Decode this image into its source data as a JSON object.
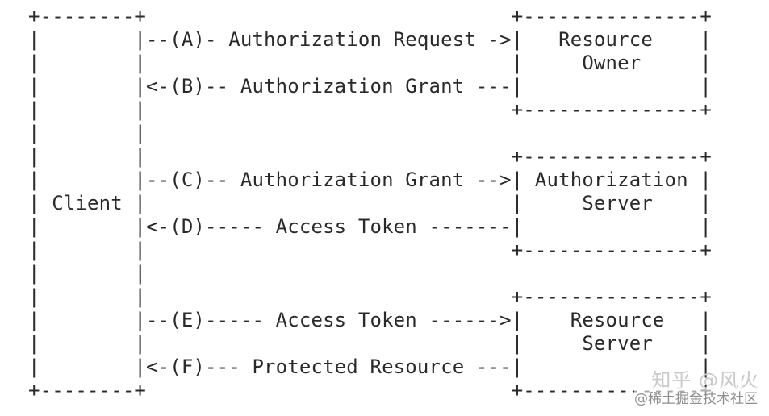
{
  "diagram": {
    "lines": [
      "+--------+                               +---------------+",
      "|        |--(A)- Authorization Request ->|   Resource    |",
      "|        |                               |     Owner     |",
      "|        |<-(B)-- Authorization Grant ---|               |",
      "|        |                               +---------------+",
      "|        |",
      "|        |                               +---------------+",
      "|        |--(C)-- Authorization Grant -->| Authorization |",
      "| Client |                               |     Server    |",
      "|        |<-(D)----- Access Token -------|               |",
      "|        |                               +---------------+",
      "|        |",
      "|        |                               +---------------+",
      "|        |--(E)----- Access Token ------>|    Resource   |",
      "|        |                               |     Server    |",
      "|        |<-(F)--- Protected Resource ---|               |",
      "+--------+                               +---------------+"
    ]
  },
  "watermark": {
    "main": "知乎 @风火",
    "sub": "@稀土掘金技术社区"
  }
}
